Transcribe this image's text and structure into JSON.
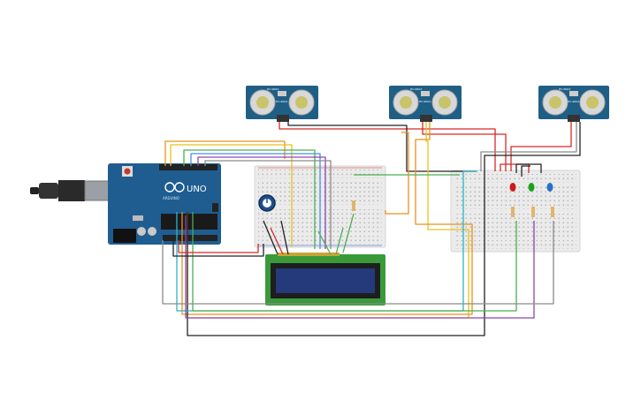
{
  "arduino": {
    "logo_text": "UNO",
    "brand_text": "ARDUINO",
    "colors": {
      "board": "#1f5d91",
      "header": "#222222"
    }
  },
  "ultrasonic_sensors": [
    {
      "label_top": "HC-SR04",
      "label_mid": "HC-SR04"
    },
    {
      "label_top": "HC-SR04",
      "label_mid": "HC-SR04"
    },
    {
      "label_top": "HC-SR04",
      "label_mid": "HC-SR04"
    }
  ],
  "leds": [
    {
      "color_name": "red",
      "hex": "#d01818"
    },
    {
      "color_name": "green",
      "hex": "#1aa31a"
    },
    {
      "color_name": "blue",
      "hex": "#2a6fc9"
    }
  ],
  "lcd": {
    "frame_color": "#3a9a3a",
    "screen_color": "#243a7a"
  },
  "wire_colors": {
    "red": "#d62828",
    "black": "#222222",
    "orange": "#e8921b",
    "yellow": "#e7c21b",
    "green": "#4caf50",
    "blue": "#4a8fe0",
    "purple": "#8e44ad",
    "gray": "#8a8a8a",
    "cyan": "#2bb5c9"
  }
}
